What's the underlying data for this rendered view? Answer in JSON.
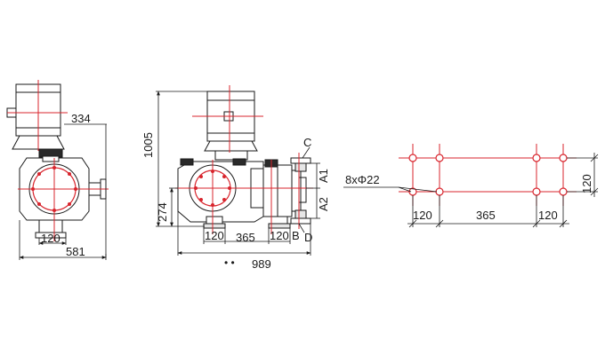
{
  "colors": {
    "line": "#1a1a1a",
    "centerline": "#d8242c",
    "background": "#ffffff"
  },
  "side_view": {
    "dims": {
      "width_334": "334",
      "width_120": "120",
      "width_581": "581"
    }
  },
  "front_view": {
    "dims": {
      "height_1005": "1005",
      "height_274": "274",
      "span_120_left": "120",
      "span_365": "365",
      "span_120_right": "120",
      "overall_989": "989"
    },
    "labels": {
      "port_a1": "A1",
      "port_a2": "A2",
      "mark_b": "B",
      "mark_c": "C",
      "mark_d": "D"
    },
    "dots": "• •"
  },
  "base_plan": {
    "holes_label": "8xΦ22",
    "dims": {
      "span_120_left": "120",
      "span_365": "365",
      "span_120_right": "120",
      "height_120": "120"
    }
  }
}
